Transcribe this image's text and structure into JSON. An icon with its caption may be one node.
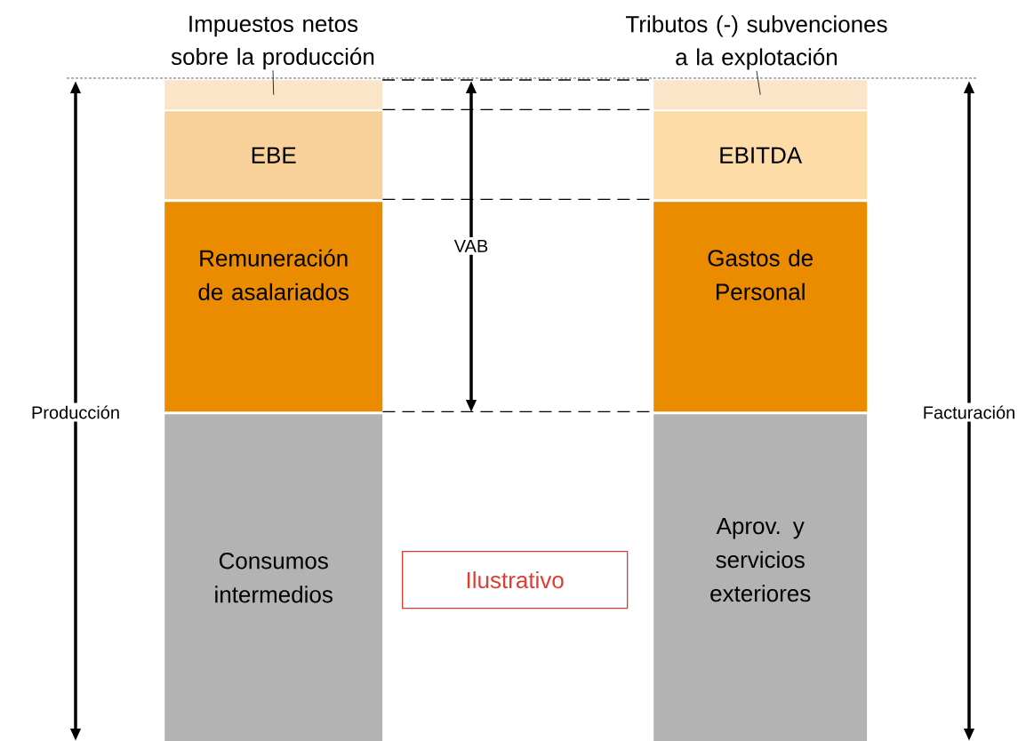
{
  "diagram": {
    "nodes": [
      {
        "text": [
          "Impuestos netos sobre la producción"
        ]
      },
      {
        "text": [],
        "shape": "box"
      },
      {
        "text": [
          "EBE"
        ]
      },
      {
        "text": [
          "Remuneración de asalariados"
        ]
      },
      {
        "text": [
          "Consumos intermedios"
        ]
      },
      {
        "text": [
          "Tributos (-) subvenciones a la explotación"
        ]
      },
      {
        "text": [],
        "shape": "box"
      },
      {
        "text": [
          "EBITDA"
        ]
      },
      {
        "text": [
          "Gastos de Personal"
        ]
      },
      {
        "text": [
          "Aprov. y servicios exteriores"
        ]
      },
      {
        "text": [
          "Ilustrativo"
        ]
      }
    ],
    "edges": [
      {
        "from": 0,
        "to": 1,
        "arrow": "none"
      },
      {
        "from": 5,
        "to": 6,
        "arrow": "none"
      },
      {
        "from": 1,
        "to": 6,
        "arrow": "none",
        "style": "dashed"
      },
      {
        "from": 2,
        "to": 7,
        "arrow": "none",
        "style": "dashed"
      },
      {
        "from": 3,
        "to": 8,
        "arrow": "none",
        "style": "dashed"
      }
    ],
    "labels": [
      "Producción",
      "VAB",
      "Facturación"
    ]
  }
}
